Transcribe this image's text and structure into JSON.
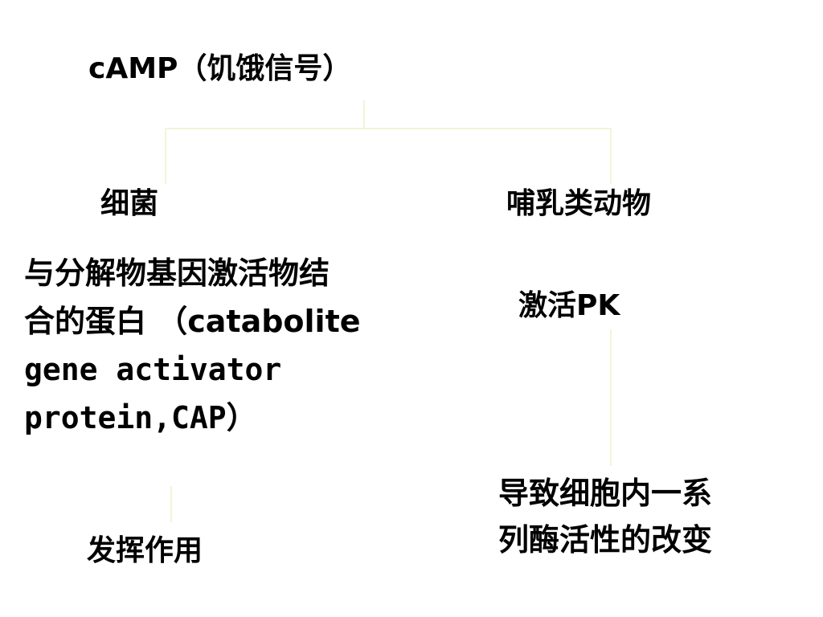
{
  "diagram": {
    "root": "cAMP（饥饿信号）",
    "left": {
      "title": "细菌",
      "step1_lines": [
        "与分解物基因激活物结",
        "合的蛋白 （catabolite",
        "gene activator",
        "protein,CAP）"
      ],
      "step2": "发挥作用"
    },
    "right": {
      "title": "哺乳类动物",
      "step1": "激活PK",
      "step2_lines": [
        "导致细胞内一系",
        "列酶活性的改变"
      ]
    },
    "connector_color": "#f2f5d6"
  }
}
